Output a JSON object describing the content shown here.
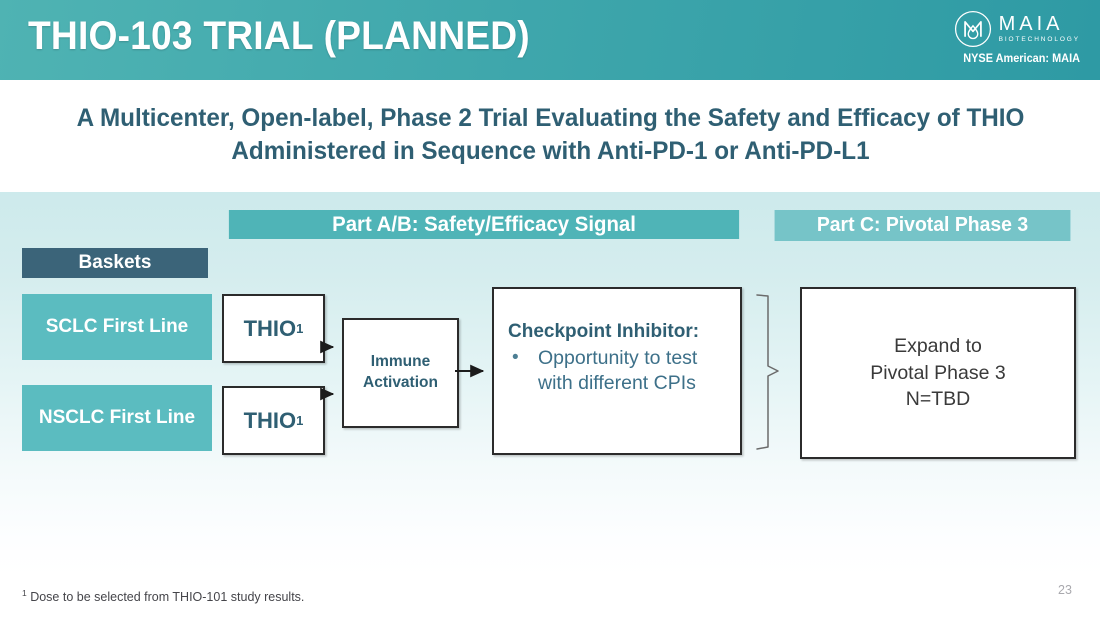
{
  "header": {
    "title": "THIO-103 TRIAL (PLANNED)",
    "logo": {
      "mark": "maia-monogram-icon",
      "name": "MAIA",
      "tagline": "BIOTECHNOLOGY",
      "ticker": "NYSE American: MAIA"
    },
    "colors": {
      "gradient_left": "#4fb3b3",
      "gradient_right": "#2e9aa4"
    }
  },
  "subtitle": {
    "text": "A Multicenter, Open-label, Phase 2 Trial Evaluating the Safety and Efficacy of THIO Administered in Sequence with Anti-PD-1 or Anti-PD-L1"
  },
  "diagram": {
    "bands": [
      {
        "label": "Part A/B: Safety/Efficacy Signal",
        "color": "#4fb4b7"
      },
      {
        "label": "Part C: Pivotal Phase 3",
        "color": "#76c4c8"
      }
    ],
    "baskets_header": {
      "label": "Baskets",
      "color": "#3b6479"
    },
    "baskets": [
      {
        "label": "SCLC First Line",
        "color": "#5bbcc0"
      },
      {
        "label": "NSCLC First Line",
        "color": "#5bbcc0"
      }
    ],
    "thio_boxes": [
      {
        "label": "THIO",
        "superscript": "1"
      },
      {
        "label": "THIO",
        "superscript": "1"
      }
    ],
    "immune": {
      "line1": "Immune",
      "line2": "Activation"
    },
    "checkpoint": {
      "title": "Checkpoint Inhibitor:",
      "bullet_marker": "•",
      "bullet_line1": "Opportunity to test",
      "bullet_line2": "with different CPIs"
    },
    "expand": {
      "line1": "Expand to",
      "line2": "Pivotal Phase 3",
      "line3": "N=TBD"
    }
  },
  "footer": {
    "footnote_marker": "1",
    "footnote_text": " Dose to be selected from THIO-101 study results.",
    "page_number": "23"
  }
}
